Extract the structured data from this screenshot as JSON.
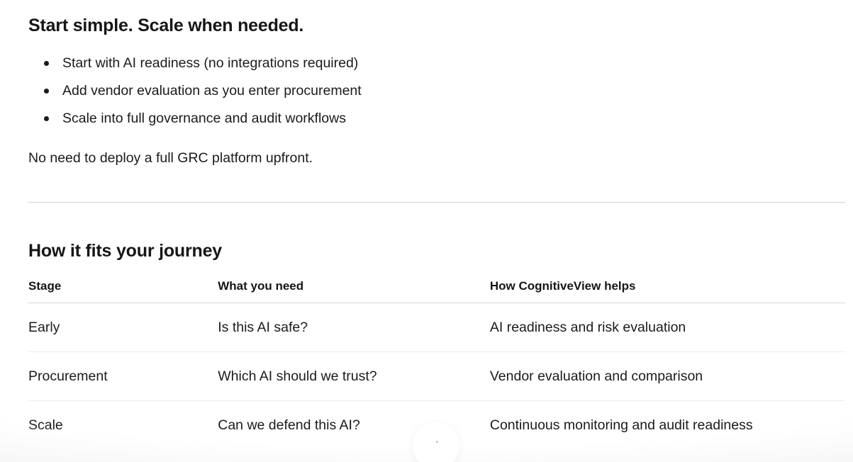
{
  "intro": {
    "heading": "Start simple. Scale when needed.",
    "bullets": [
      "Start with AI readiness (no integrations required)",
      "Add vendor evaluation as you enter procurement",
      "Scale into full governance and audit workflows"
    ],
    "note": "No need to deploy a full GRC platform upfront."
  },
  "journey": {
    "heading": "How it fits your journey",
    "table": {
      "headers": [
        "Stage",
        "What you need",
        "How CognitiveView helps"
      ],
      "rows": [
        {
          "stage": "Early",
          "need": "Is this AI safe?",
          "helps": "AI readiness and risk evaluation"
        },
        {
          "stage": "Procurement",
          "need": "Which AI should we trust?",
          "helps": "Vendor evaluation and comparison"
        },
        {
          "stage": "Scale",
          "need": "Can we defend this AI?",
          "helps": "Continuous monitoring and audit readiness"
        }
      ]
    }
  },
  "colors": {
    "text": "#1a1a1a",
    "top_divider": "#d4d4d4",
    "header_underline": "#d6d6d6",
    "row_divider": "#ededed",
    "background": "#ffffff",
    "bottom_wash": "#f5f5f7",
    "fab_background": "#ffffff"
  }
}
